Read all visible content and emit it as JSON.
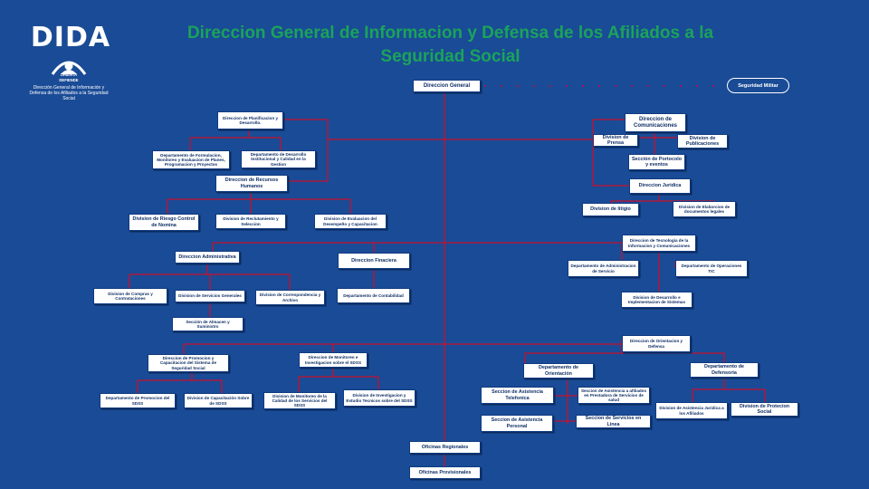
{
  "header": {
    "title": "Direccion General  de Informacion y Defensa de los Afiliados a la Seguridad Social"
  },
  "logo": {
    "text": "DIDA",
    "tag_top": "ORIENTA",
    "tag_bottom": "DEFIENDE",
    "subtitle": "Dirección General de Información y Defensa de los Afiliados a la Seguridad Social"
  },
  "colors": {
    "background": "#1a4b96",
    "title": "#1aa35a",
    "connector": "#c8102e",
    "box": "#ffffff",
    "box_text": "#0f2f66"
  },
  "org": {
    "root": "Direccion General",
    "external": "Seguridad Militar",
    "left": {
      "planificacion": "Direccion de Planificacion y Desarrollo.",
      "dep_formulacion": "Departamento de Formulacion, Monitoreo y Evaluacion de Planes, Programacion y Proyectos",
      "dep_desarrollo": "Departamento de Desarrollo Institucional y Calidad en la Gestion",
      "rrhh": "Direccion de Recursos Humanos",
      "div_nomina": "Division de Riesgo Control de Nomina",
      "div_reclutamiento": "Division de Reclutamiento y Seleccion",
      "div_evaluacion": "Division de Evaluacion del Desempeño y Capacitacion",
      "administrativa": "Direccion Administrativa",
      "financiera": "Direccion Finaciera",
      "div_compras": "Division de Compras y Contrataciones",
      "div_servicios": "Division de Servicios Generales",
      "div_correspondencia": "Division de Correspondencia y Archivo",
      "dep_contabilidad": "Departamento de Contabilidad",
      "sec_almacen": "Sección de Almacen y Suministro",
      "promocion": "Direccion de Promocion y Capacitacion del Sistema de Seguridad Social",
      "monitoreo": "Direccion de Monitoreo e Investigacion sobre el SDSS",
      "dep_promocion": "Departamento de Promocion del SDSS",
      "div_capacitacion": "Division de Capacitación Sobre de SDSS",
      "div_monitoreo": "Division de Monitoreo de la Calidad de los Servicios del SDSS",
      "div_investigacion": "Division de Investigacion y Estudio Tecnicos sobre del SDSS",
      "ofic_regionales": "Oficinas Regionales",
      "ofic_provisionales": "Oficinas Provisionales"
    },
    "right": {
      "comunicaciones": "Direccion de Comunicaciones",
      "div_prensa": "Division de Prensa",
      "div_publicaciones": "Division de Publicaciones",
      "sec_protocolo": "Sección de Portocolo y eventos",
      "juridica": "Direccion Juridica",
      "div_litigio": "Division de litigio",
      "div_documentos": "Division de Elaborcion de documentos legales",
      "tic": "Direccion de Tecnología de la Informacion y Comunicaciones",
      "dep_administracion": "Departamento de Administracion de Servicio",
      "dep_operaciones": "Departamento de Operaciones TIC",
      "div_sistemas": "Division de Desarrollo e Implementacion de Sistemas",
      "orientacion": "Direccion de Orientacion y Defensa",
      "dep_orientacion": "Departamento de Orientación",
      "dep_defensoria": "Departamento de Defensoria",
      "sec_telefonica": "Seccion de Asistencia Telefonica",
      "sec_asistencia": "Seccion de Asistencia a afiliados en Prestadora de Servicios de salud",
      "sec_personal": "Seccion de Asistencia Personal",
      "sec_linea": "Seccion de Servicios en Linea",
      "div_juridica": "Division de Asistencia Juridica a los Afiliados",
      "div_proteccion": "Division de Protecion Social"
    }
  }
}
